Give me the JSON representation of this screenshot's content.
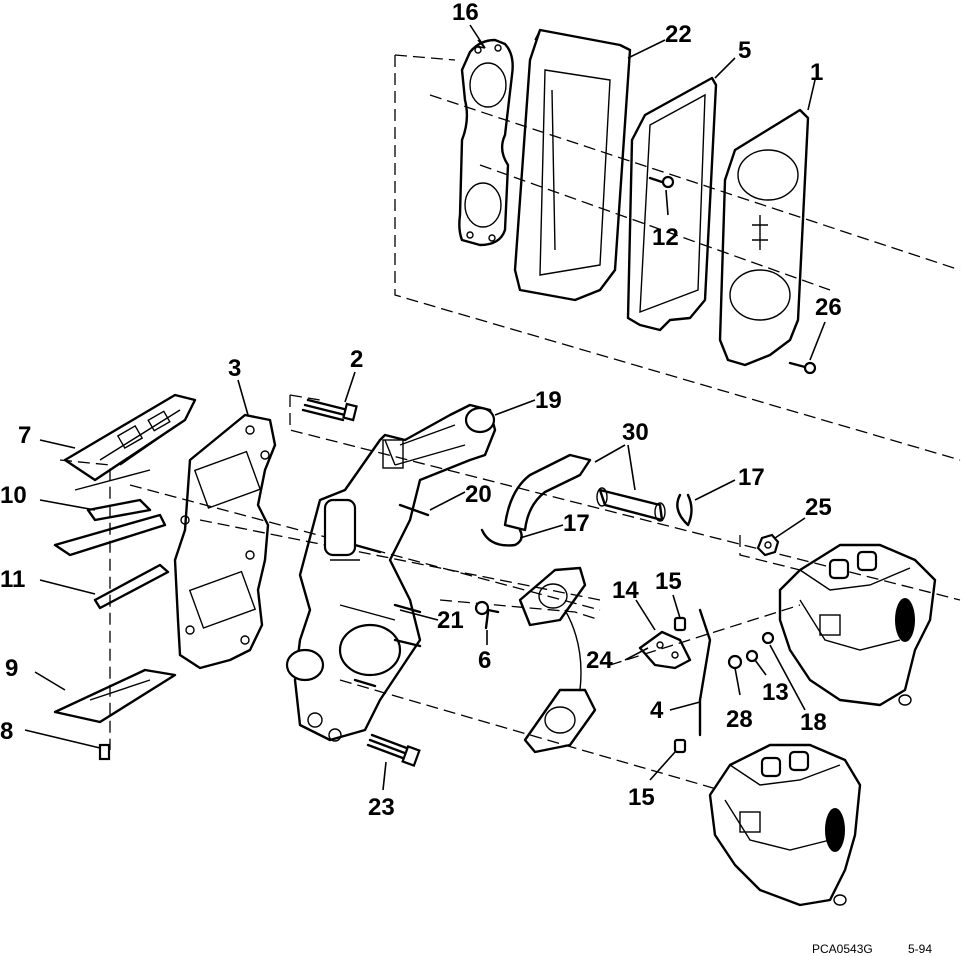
{
  "callouts": {
    "c16": "16",
    "c22": "22",
    "c5": "5",
    "c1": "1",
    "c12": "12",
    "c26": "26",
    "c2": "2",
    "c3": "3",
    "c19": "19",
    "c7": "7",
    "c30": "30",
    "c10": "10",
    "c20": "20",
    "c17a": "17",
    "c17b": "17",
    "c25": "25",
    "c11": "11",
    "c15a": "15",
    "c14": "14",
    "c21": "21",
    "c6": "6",
    "c24": "24",
    "c9": "9",
    "c13": "13",
    "c28": "28",
    "c18": "18",
    "c4": "4",
    "c8": "8",
    "c23": "23",
    "c15b": "15"
  },
  "footer": {
    "drawing_code": "PCA0543G",
    "date": "5-94"
  }
}
